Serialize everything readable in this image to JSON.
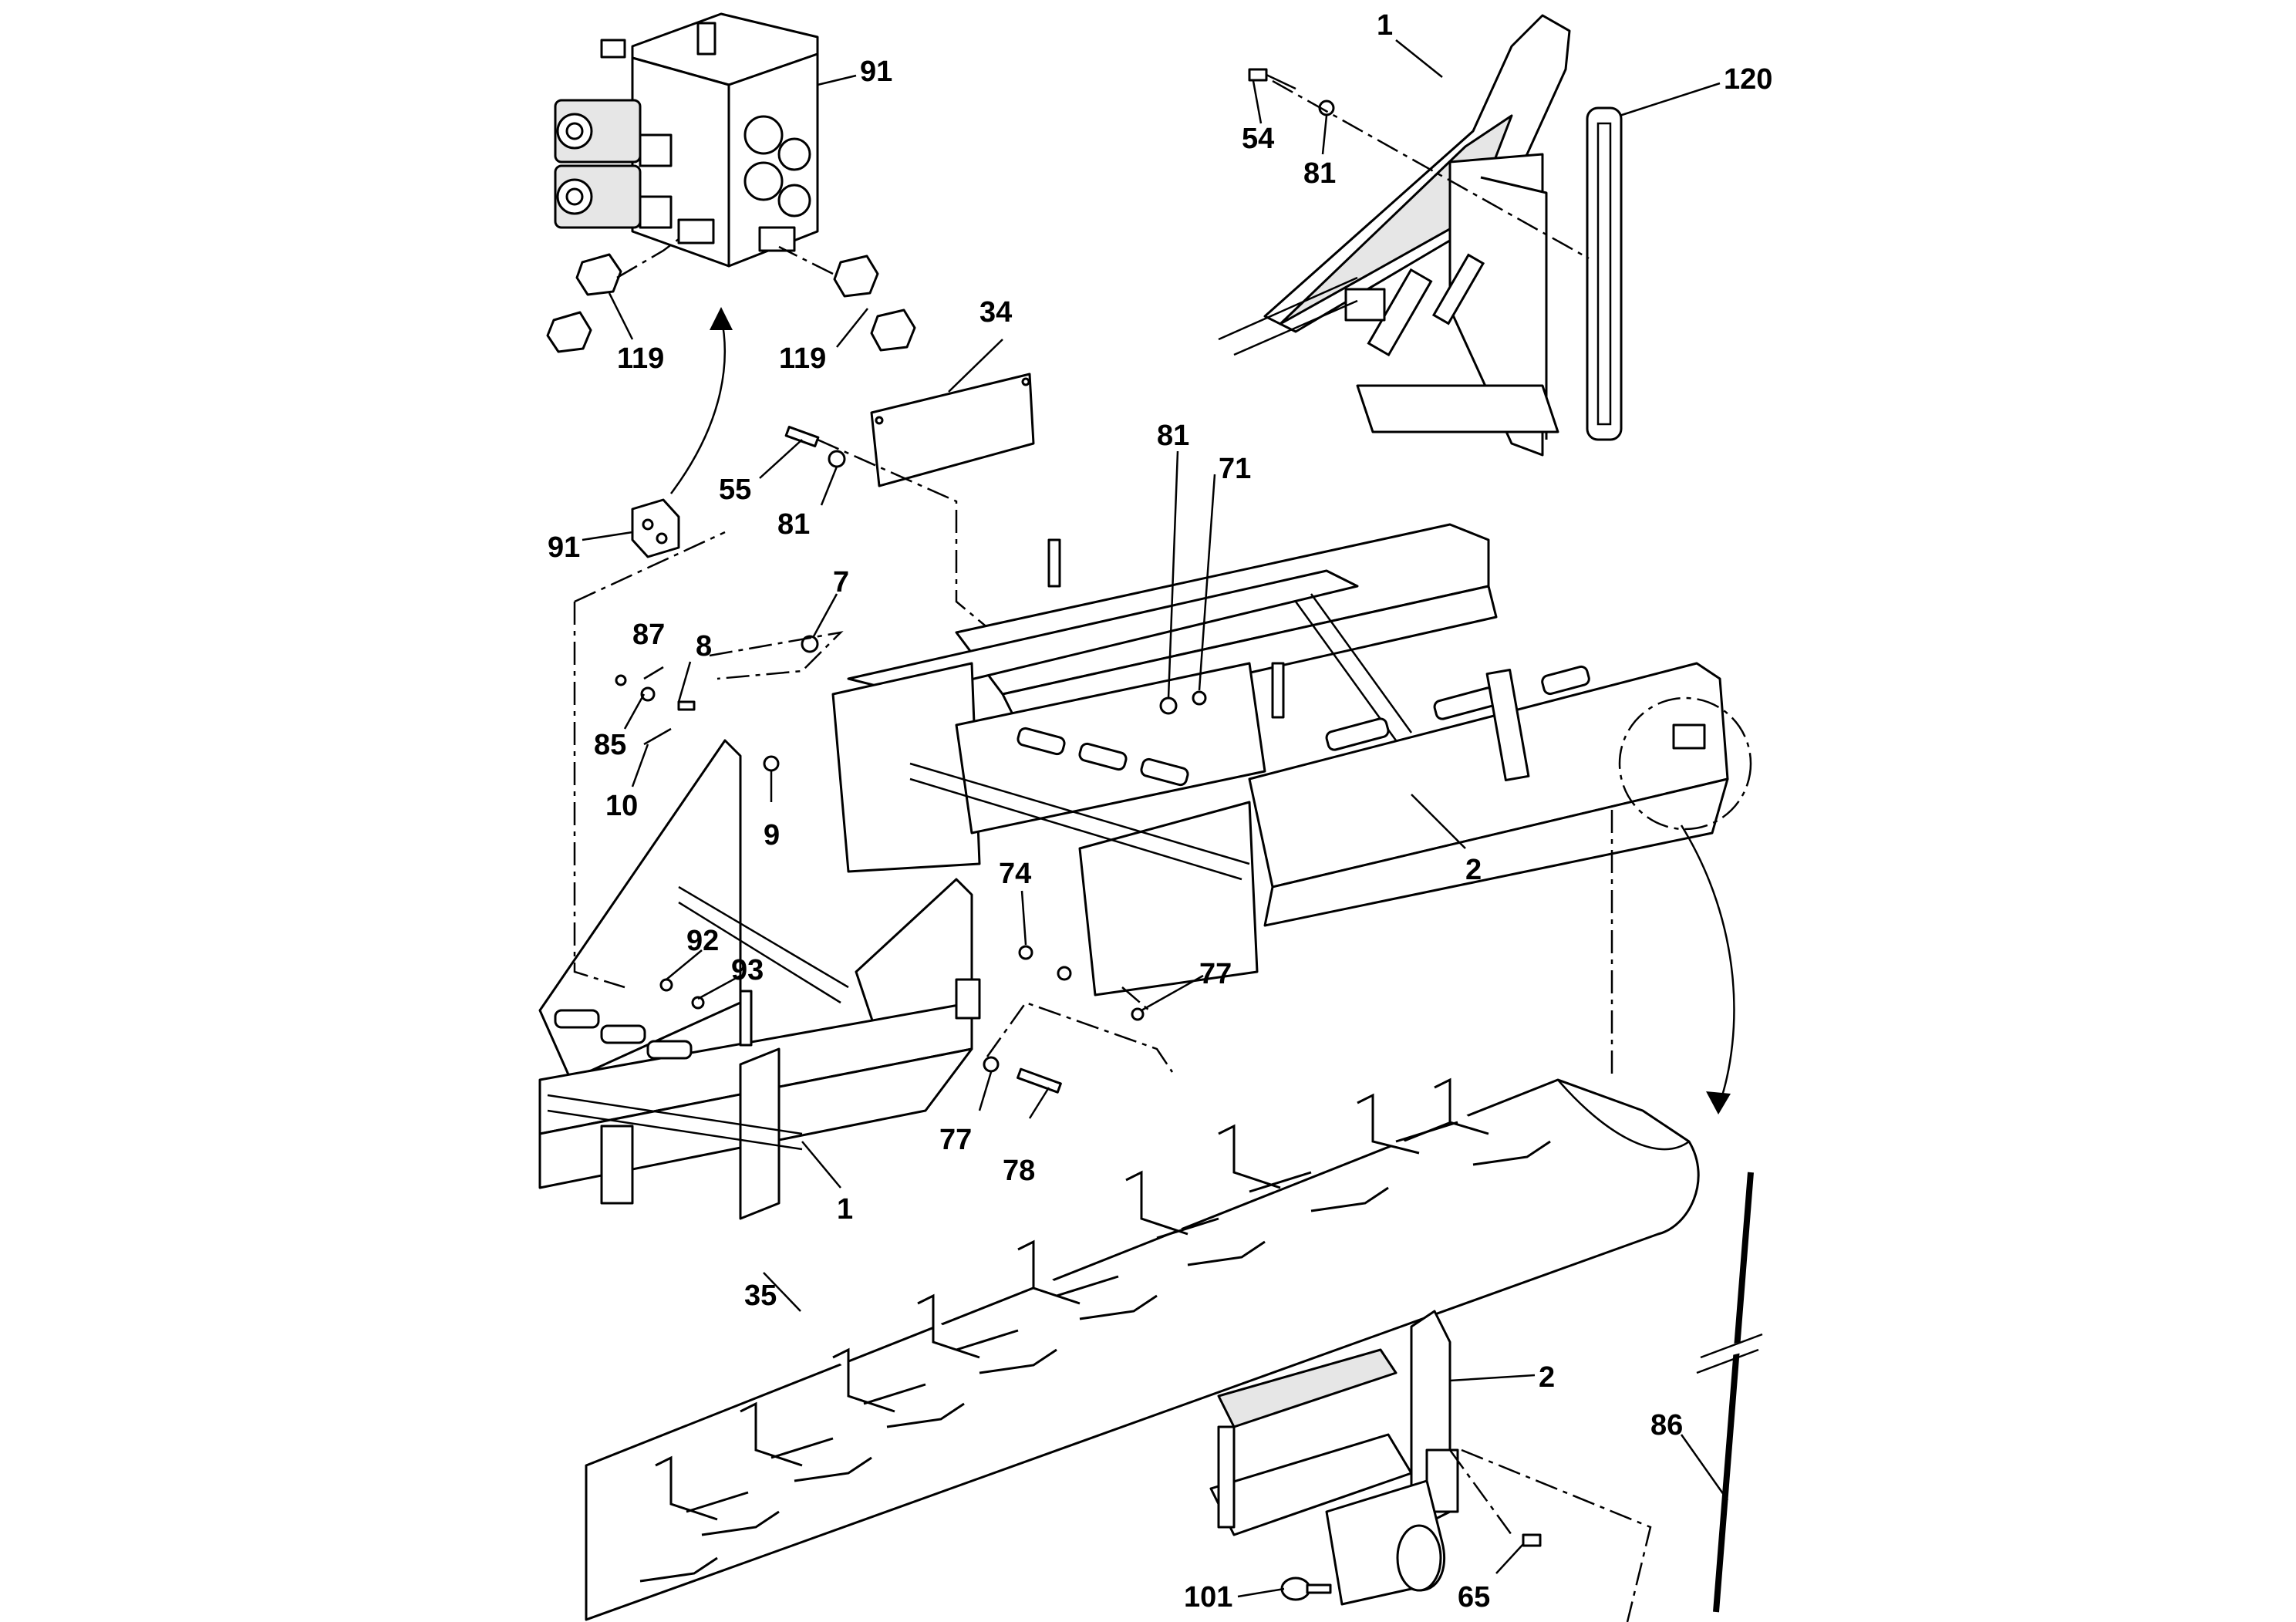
{
  "colors": {
    "line": "#000000",
    "background": "#ffffff",
    "shade": "#e6e6e6"
  },
  "callouts": {
    "c1_top": "1",
    "c120": "120",
    "c54": "54",
    "c81_top": "81",
    "c91_top": "91",
    "c119_left": "119",
    "c119_right": "119",
    "c34": "34",
    "c55": "55",
    "c81_mid": "81",
    "c81_frame": "81",
    "c71": "71",
    "c91_small": "91",
    "c7": "7",
    "c87": "87",
    "c8": "8",
    "c85": "85",
    "c10": "10",
    "c9": "9",
    "c2_frame": "2",
    "c74": "74",
    "c77_right": "77",
    "c92": "92",
    "c93": "93",
    "c77_low": "77",
    "c78": "78",
    "c1_low": "1",
    "c35": "35",
    "c2_detail": "2",
    "c86": "86",
    "c101": "101",
    "c65": "65"
  }
}
